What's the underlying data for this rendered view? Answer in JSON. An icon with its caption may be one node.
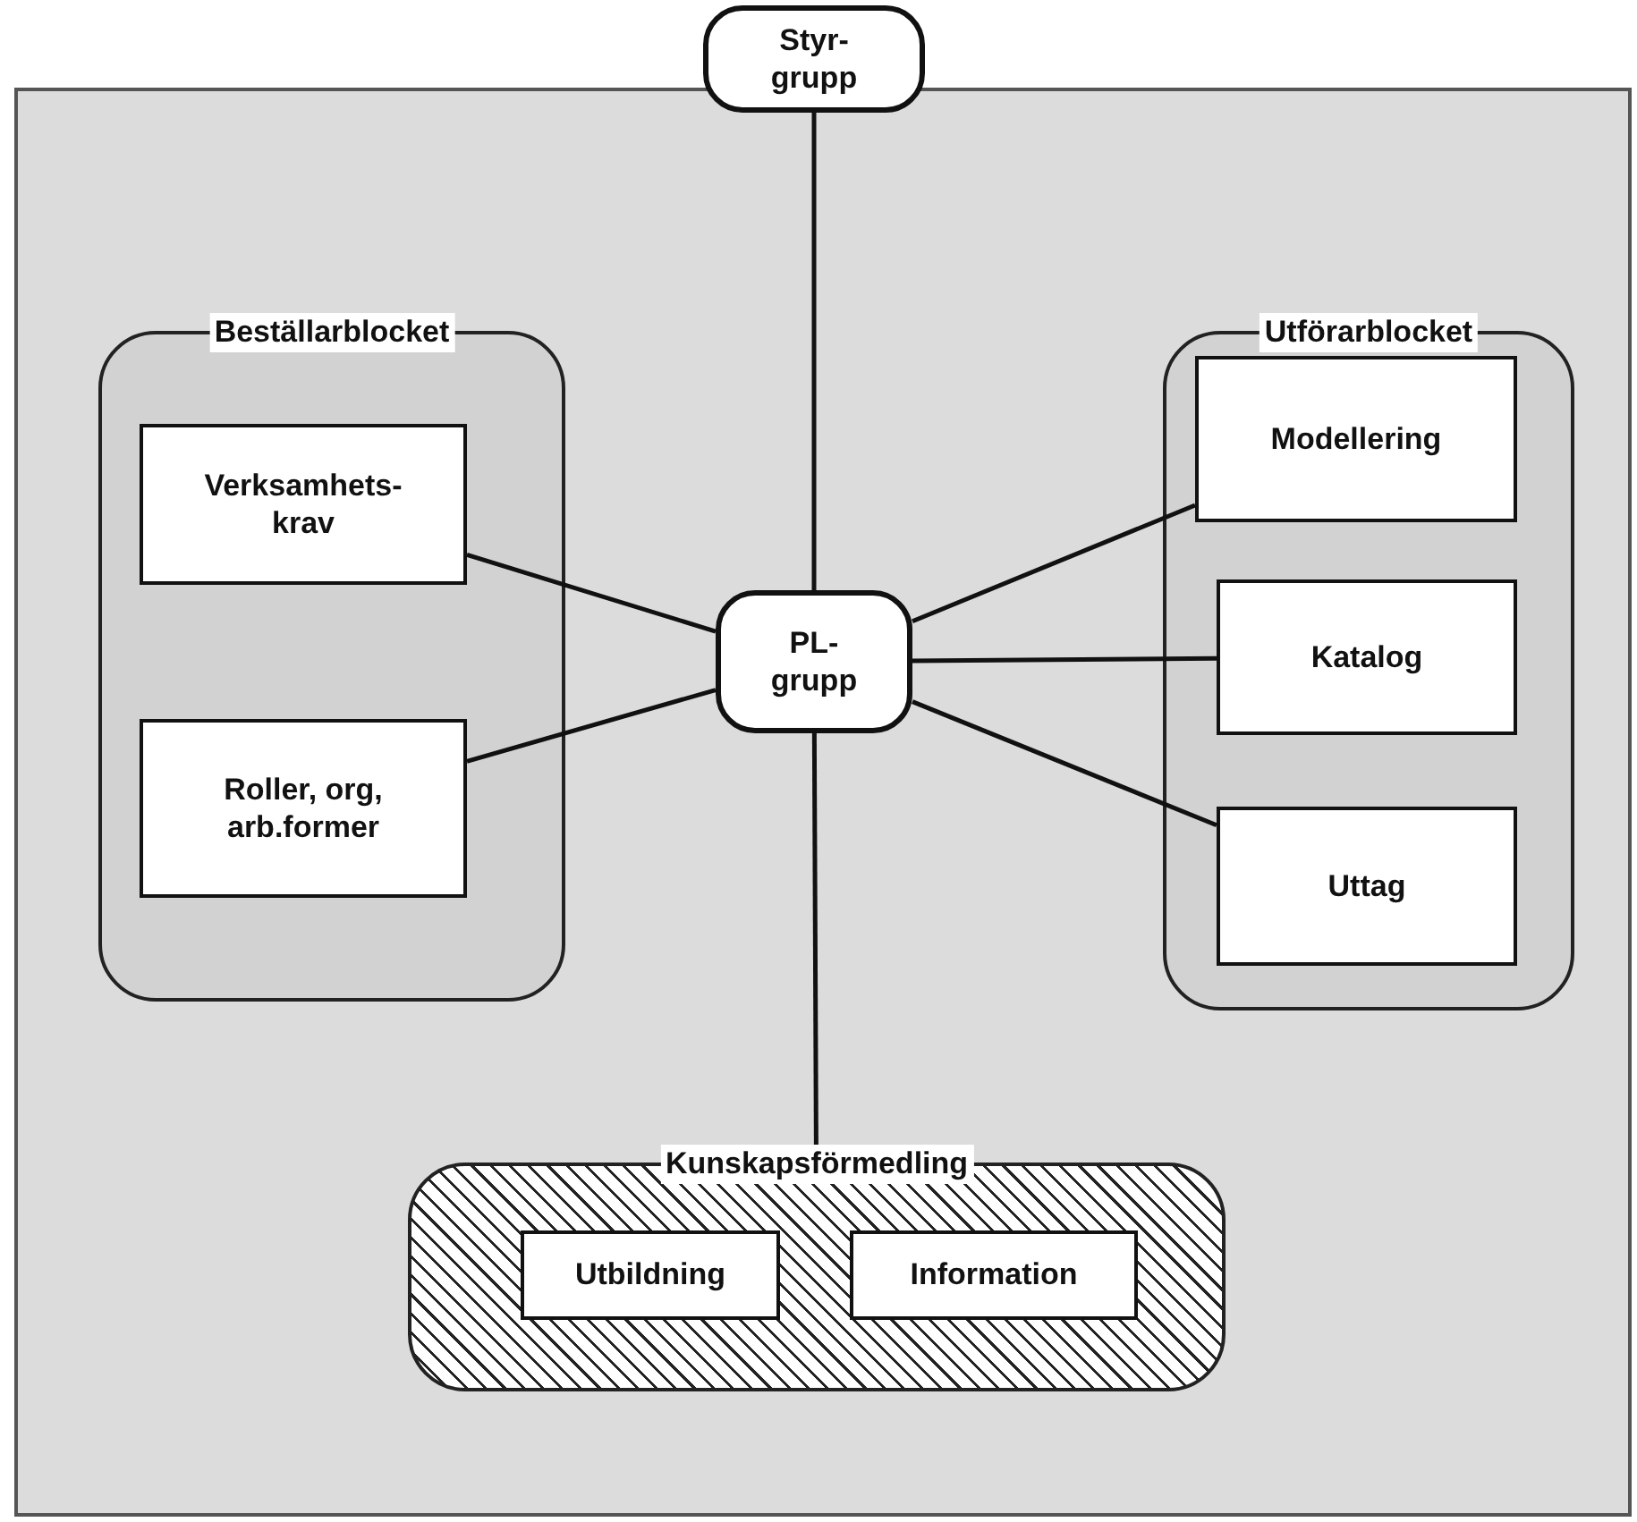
{
  "diagram": {
    "nodes": [
      {
        "text": [
          "Styr- grupp"
        ]
      },
      {
        "text": [
          "Beställarblocket"
        ]
      },
      {
        "text": [
          "Verksamhets- krav"
        ],
        "in": 1
      },
      {
        "text": [
          "Roller, org, arb.former"
        ],
        "in": 1
      },
      {
        "text": [
          "PL- grupp"
        ]
      },
      {
        "text": [
          "Utförarblocket"
        ]
      },
      {
        "text": [
          "Modellering"
        ],
        "in": 5
      },
      {
        "text": [
          "Katalog"
        ],
        "in": 5
      },
      {
        "text": [
          "Uttag"
        ],
        "in": 5
      },
      {
        "text": [
          "Kunskapsförmedling"
        ]
      },
      {
        "text": [
          "Utbildning"
        ],
        "in": 9
      },
      {
        "text": [
          "Information"
        ],
        "in": 9
      }
    ],
    "edges": [
      {
        "from": 0,
        "to": 4,
        "arrow": "none"
      },
      {
        "from": 4,
        "to": 2,
        "arrow": "none"
      },
      {
        "from": 4,
        "to": 3,
        "arrow": "none"
      },
      {
        "from": 4,
        "to": 6,
        "arrow": "none"
      },
      {
        "from": 4,
        "to": 7,
        "arrow": "none"
      },
      {
        "from": 4,
        "to": 8,
        "arrow": "none"
      },
      {
        "from": 4,
        "to": 9,
        "arrow": "none"
      }
    ]
  }
}
